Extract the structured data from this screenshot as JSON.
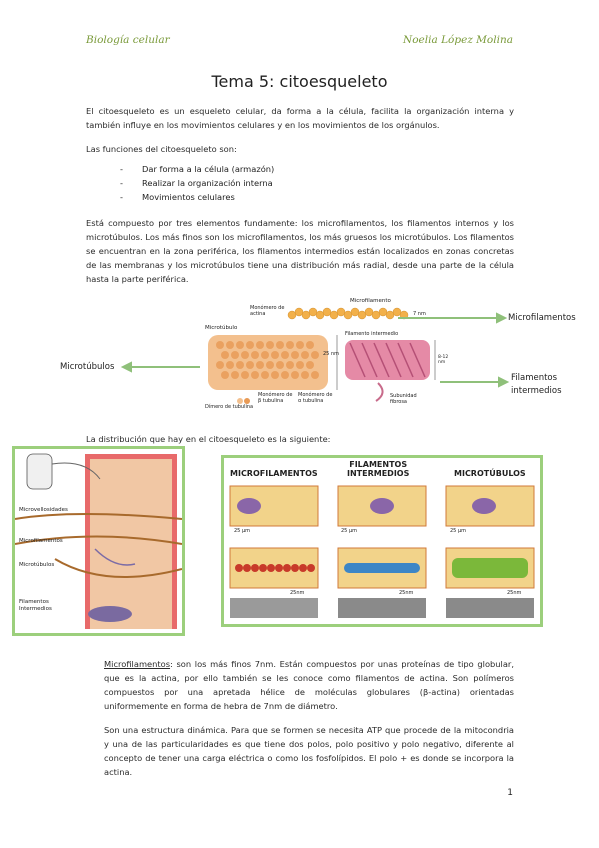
{
  "header": {
    "left": "Biología celular",
    "right": "Noelia López Molina"
  },
  "title": "Tema 5: citoesqueleto",
  "intro": "El citoesqueleto es un esqueleto celular, da forma a la célula, facilita la organización interna y también influye en los movimientos celulares y en los movimientos de los orgánulos.",
  "functions_intro": "Las funciones del citoesqueleto son:",
  "functions": [
    "Dar forma a la célula (armazón)",
    "Realizar la organización interna",
    "Movimientos celulares"
  ],
  "composition": "Está compuesto por tres elementos fundamente: los microfilamentos, los filamentos internos y los microtúbulos. Los más finos son los microfilamentos, los más gruesos los microtúbulos. Los filamentos se encuentran en la zona periférica, los filamentos intermedios están localizados en zonas concretas de las membranas y los microtúbulos tiene una distribución más radial, desde una parte de la célula hasta la parte periférica.",
  "figure1": {
    "callout_microfilamentos": "Microfilamentos",
    "callout_microtubulos": "Microtúbulos",
    "callout_intermedios_1": "Filamentos",
    "callout_intermedios_2": "intermedios",
    "inner": {
      "monomero_actina": "Monómero de actina",
      "microfilamento": "Microfilamento",
      "nm7": "7 nm",
      "microtubulo": "Microtúbulo",
      "filamento_intermedio": "Filamento intermedio",
      "nm25": "25 nm",
      "nm812": "8-12 nm",
      "monomero_beta": "Monómero de β tubulina",
      "monomero_alfa": "Monómero de α tubulina",
      "dimero": "Dímero de tubulina",
      "subunidad": "Subunidad fibrosa"
    }
  },
  "distribution_intro": "La distribución que hay en el citoesqueleto es la siguiente:",
  "figure2": {
    "microvellosidades": "Microvellosidades",
    "microfilamentos": "Microfilamentos",
    "microtubulos": "Microtúbulos",
    "filamentos": "Filamentos",
    "intermedios": "Intermedios"
  },
  "figure3": {
    "col1": "MICROFILAMENTOS",
    "col2a": "FILAMENTOS",
    "col2b": "INTERMEDIOS",
    "col3": "MICROTÚBULOS",
    "um": "25 μm",
    "nm": "25nm"
  },
  "microfilamentos_heading": "Microfilamentos",
  "microfilamentos_text": ": son los más finos 7nm. Están compuestos por unas proteínas de tipo globular, que es la actina, por ello también se les conoce como filamentos de actina. Son polímeros compuestos por una apretada hélice de moléculas globulares (β-actina) orientadas uniformemente en forma de hebra de 7nm de diámetro.",
  "dynamic_text": "Son una estructura dinámica. Para que se formen se necesita ATP que procede de la mitocondria y una de las particularidades es que tiene dos polos, polo positivo y polo negativo, diferente al concepto de tener una carga eléctrica o como los fosfolípidos. El polo + es donde se incorpora la actina.",
  "page_number": "1",
  "colors": {
    "header": "#7a9a3a",
    "arrow": "#8fc07a",
    "frame": "#9ccf7c"
  }
}
